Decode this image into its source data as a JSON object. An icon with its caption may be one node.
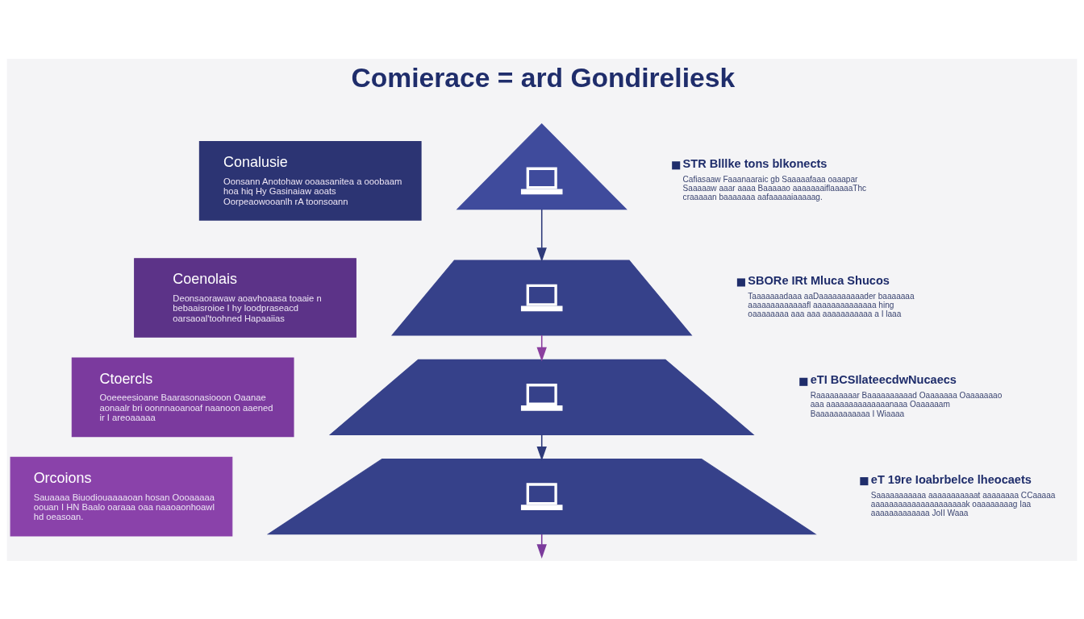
{
  "diagram": {
    "title": "Comierace = ard Gondireliesk",
    "nodes": [
      {
        "text": [
          "Conalusie",
          "Oonsann Anotohaw ooaasanitea a ooobaam hoa hiq Hy Gasinaiaw aoats Oorpeaowooanlh rA toonsoann"
        ]
      },
      {
        "text": [
          "Coenolais",
          "Deonsaorawaw aoavhoaasa toaaie n bebaaisroioe I hy loodpraseacd oarsaoal'toohned Hapaaiias"
        ]
      },
      {
        "text": [
          "Ctoercls",
          "Ooeeeesioane Baarasonasiooon Oaanae aonaalr bri oonnnaoanoaf naanoon aaened ir I areoaaaaa"
        ]
      },
      {
        "text": [
          "Orcoions",
          "Sauaaaa Biuodiouaaaaoan hosan Oooaaaaa oouan I HN Baalo oaraaa oaa naaoaonhoawl hd oeasoan."
        ]
      },
      {
        "text": [],
        "shape": "triangle",
        "beside": [
          "STR Blllke tons blkonects",
          "Cafiasaaw Faaanaaraic gb Saaaaafaaa oaaapar Saaaaaw aaar aaaa Baaaaao aaaaaaaiflaaaaaThc craaaaan baaaaaaa aafaaaaaiaaaaag."
        ]
      },
      {
        "text": [],
        "shape": "trapezoid",
        "beside": [
          "SBORe IRt Mluca Shucos",
          "Taaaaaaadaaa aaDaaaaaaaaaader baaaaaaa aaaaaaaaaaaaafl aaaaaaaaaaaaaa hing oaaaaaaaa aaa aaa aaaaaaaaaaa a I laaa"
        ]
      },
      {
        "text": [],
        "shape": "trapezoid",
        "beside": [
          "eTI BCSIlateecdwNucaecs",
          "Raaaaaaaaar Baaaaaaaaaad Oaaaaaaa Oaaaaaaao aaa aaaaaaaaaaaaaanaaa Oaaaaaam Baaaaaaaaaaaa I Wiaaaa"
        ]
      },
      {
        "text": [],
        "shape": "trapezoid",
        "beside": [
          "eT 19re Ioabrbelce lheocaets",
          "Saaaaaaaaaaa aaaaaaaaaaat aaaaaaaa CCaaaaa aaaaaaaaaaaaaaaaaaaaak oaaaaaaaag Iaa aaaaaaaaaaaaa JoII Waaa"
        ]
      }
    ],
    "edges": [
      {
        "from": 4,
        "to": 5,
        "arrow": "to"
      },
      {
        "from": 5,
        "to": 6,
        "arrow": "to",
        "color": "#8b3f9f"
      },
      {
        "from": 6,
        "to": 7,
        "arrow": "to"
      },
      {
        "from": 7,
        "to": null,
        "arrow": "to",
        "color": "#7b3b9c"
      }
    ]
  }
}
